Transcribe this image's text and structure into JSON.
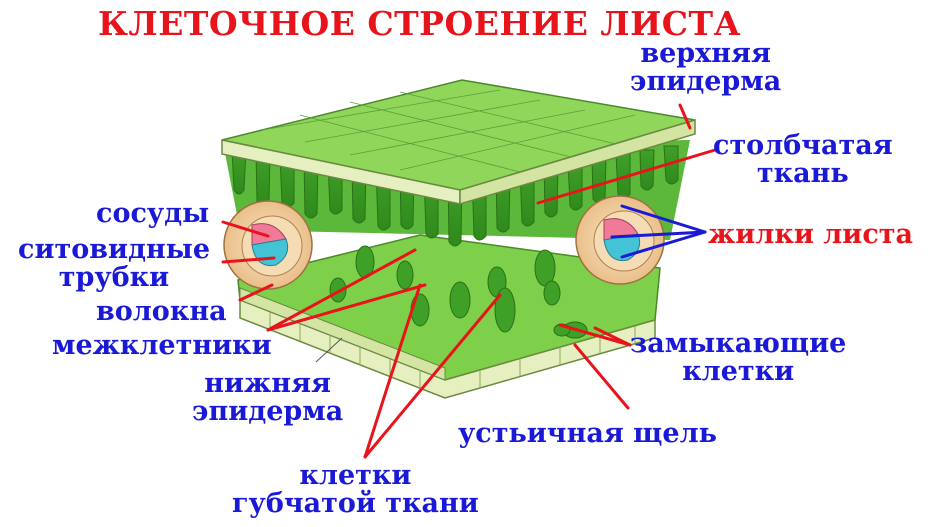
{
  "title": "КЛЕТОЧНОЕ СТРОЕНИЕ ЛИСТА",
  "labels": {
    "upper_epidermis": [
      "верхняя",
      "эпидерма"
    ],
    "palisade": [
      "столбчатая",
      "ткань"
    ],
    "veins": "жилки листа",
    "vessels": "сосуды",
    "sieve_tubes": [
      "ситовидные",
      "трубки"
    ],
    "fibers": "волокна",
    "intercellular": "межклетники",
    "lower_epidermis": [
      "нижняя",
      "эпидерма"
    ],
    "spongy_cells": [
      "клетки",
      "губчатой ткани"
    ],
    "stomatal_slit": "устьичная щель",
    "guard_cells": [
      "замыкающие",
      "клетки"
    ]
  },
  "colors": {
    "title": "#e8141b",
    "label": "#1a1ad6",
    "pointer_red": "#e8141b",
    "pointer_blue": "#1a1ad6",
    "leaf_green": "#6cc43a",
    "epidermis": "#e6efc0"
  }
}
